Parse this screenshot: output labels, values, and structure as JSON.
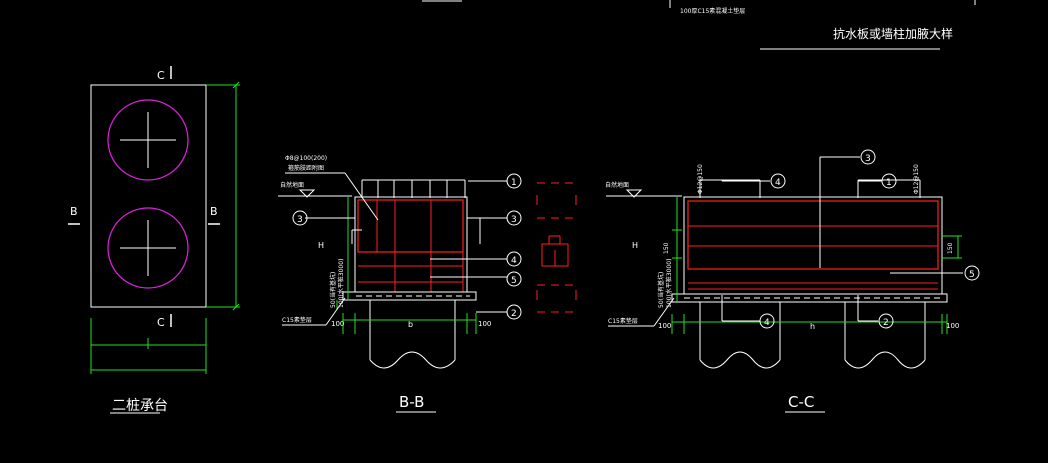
{
  "titles": {
    "main": "抗水板或墙柱加腋大样",
    "top_note": "100厚C15素混凝土垫层",
    "view_pile_cap": "二桩承台",
    "view_bb": "B-B",
    "view_cc": "C-C"
  },
  "section_marks": {
    "c": "C",
    "b": "B"
  },
  "labels": {
    "stirrup_note": "Φ8@100(200)",
    "stirrup_note2": "箍筋肢距附图",
    "soil_level": "自然地面",
    "height": "H",
    "width_b": "b",
    "width_h": "h",
    "dim_100": "100",
    "dim_150": "150",
    "bar_spec": "Φ12@150",
    "bedding": "C15素垫层",
    "cover_note": "50(当有基坑)",
    "cover_note2": "100(水平桩3000)"
  },
  "callouts": [
    "1",
    "2",
    "3",
    "4",
    "5"
  ],
  "colors": {
    "background": "#000000",
    "line_white": "#ffffff",
    "line_red": "#ff2020",
    "line_green": "#22e022",
    "line_magenta": "#e020e0",
    "line_grey": "#bbbbbb"
  }
}
